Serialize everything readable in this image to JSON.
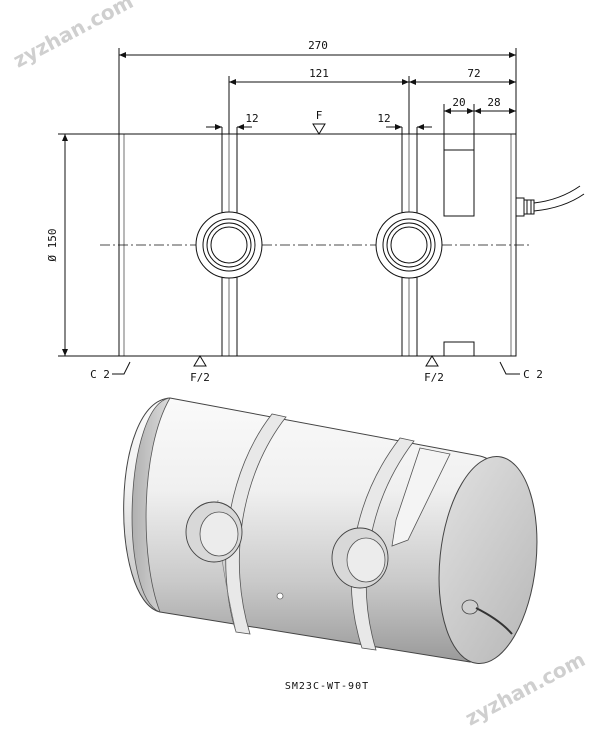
{
  "watermark": "zyzhan.com",
  "drawing": {
    "dim_total_length": "270",
    "dim_pin_spacing": "121",
    "dim_right_section": "72",
    "dim_groove_left": "12",
    "dim_groove_right": "12",
    "dim_slot_width": "20",
    "dim_end_width": "28",
    "dim_diameter": "Ø 150",
    "load_label": "F",
    "support_left_label": "F/2",
    "support_right_label": "F/2",
    "chamfer_left": "C 2",
    "chamfer_right": "C 2"
  },
  "caption": "SM23C-WT-90T"
}
